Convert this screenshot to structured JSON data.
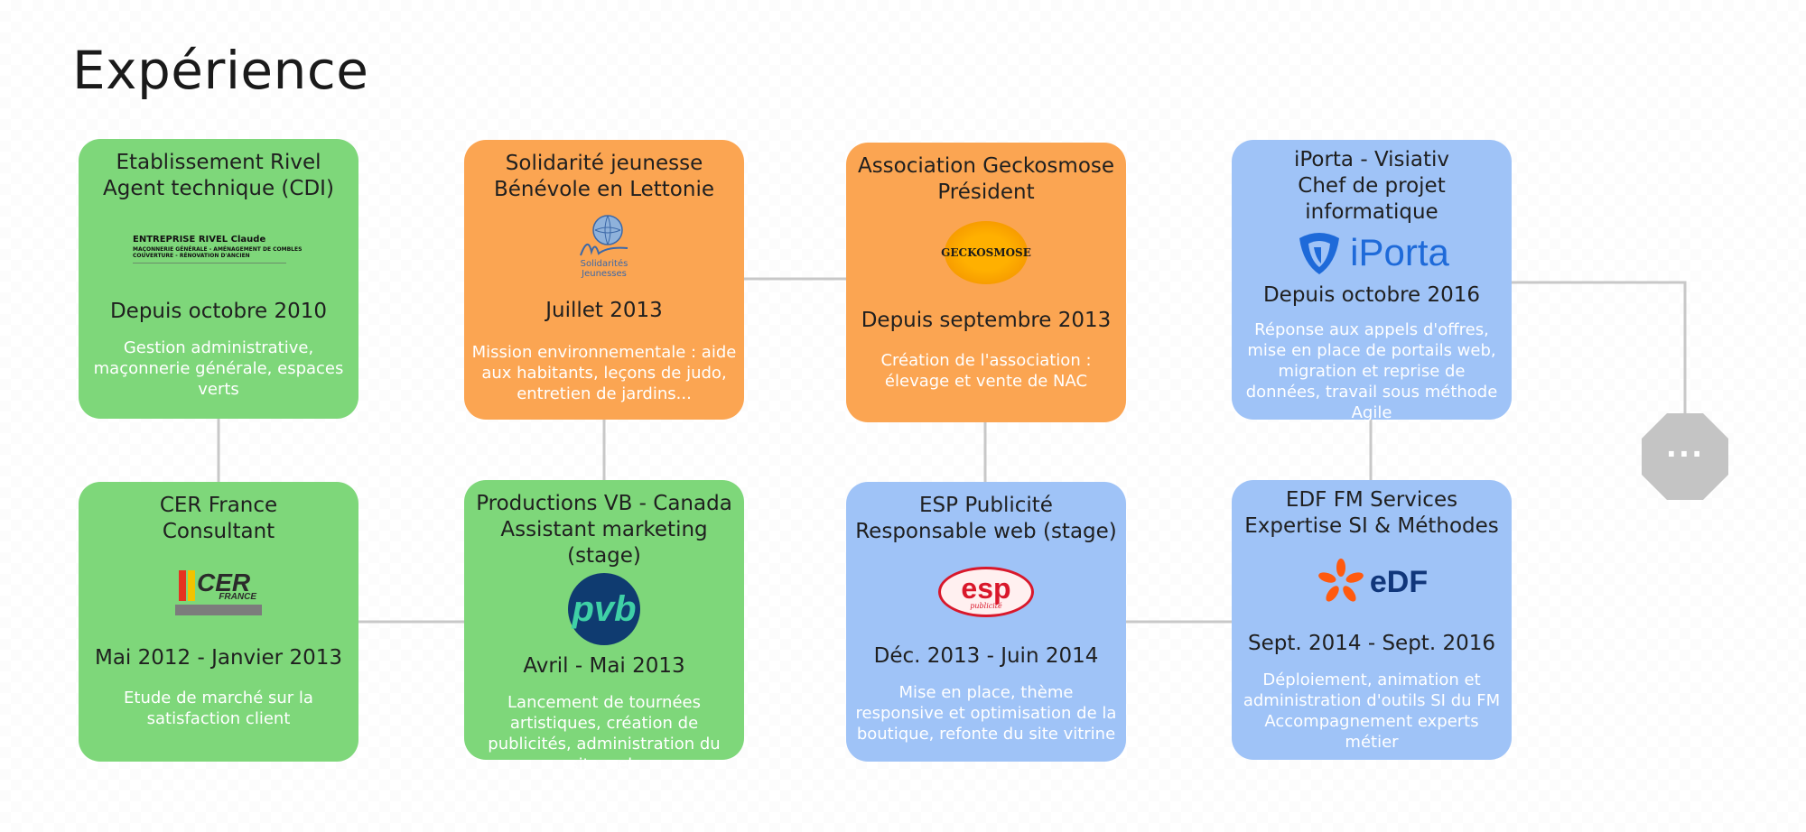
{
  "page": {
    "title": "Expérience"
  },
  "cards": [
    {
      "company": "Etablissement Rivel",
      "role": "Agent technique (CDI)",
      "date": "Depuis octobre 2010",
      "description": "Gestion administrative, maçonnerie générale, espaces verts",
      "logo": {
        "line1": "ENTREPRISE RIVEL Claude",
        "line2": "MAÇONNERIE GÉNÉRALE - AMÉNAGEMENT DE COMBLES",
        "line3": "COUVERTURE - RÉNOVATION D'ANCIEN"
      },
      "color": "#7ed77a"
    },
    {
      "company": "Solidarité jeunesse",
      "role": "Bénévole en Lettonie",
      "date": "Juillet 2013",
      "description": "Mission environnementale : aide aux habitants, leçons de judo, entretien de jardins...",
      "logo": {
        "line1": "Solidarités",
        "line2": "Jeunesses"
      },
      "color": "#fba552"
    },
    {
      "company": "Association Geckosmose",
      "role": "Président",
      "date": "Depuis septembre 2013",
      "description": "Création de l'association : élevage et vente de NAC",
      "logo": {
        "text": "GECKOSMOSE"
      },
      "color": "#fba552"
    },
    {
      "company": "iPorta - Visiativ",
      "role": "Chef de projet informatique",
      "date": "Depuis octobre 2016",
      "description": "Réponse aux appels d'offres, mise en place de portails web, migration et reprise de données, travail sous méthode Agile",
      "logo": {
        "text": "iPorta"
      },
      "color": "#9fc3f7"
    },
    {
      "company": "CER France",
      "role": "Consultant",
      "date": "Mai 2012 - Janvier 2013",
      "description": "Etude de marché sur la satisfaction client",
      "logo": {
        "line1": "CER",
        "line2": "FRANCE"
      },
      "color": "#7ed77a"
    },
    {
      "company": "Productions VB - Canada",
      "role": "Assistant marketing (stage)",
      "date": "Avril - Mai 2013",
      "description": "Lancement de tournées artistiques, création de publicités, administration du site web",
      "logo": {
        "text": "pvb"
      },
      "color": "#7ed77a"
    },
    {
      "company": "ESP Publicité",
      "role": "Responsable web (stage)",
      "date": "Déc. 2013 - Juin 2014",
      "description": "Mise en place, thème responsive et optimisation de la boutique, refonte du site vitrine",
      "logo": {
        "text": "esp",
        "sub": "publicité"
      },
      "color": "#9fc3f7"
    },
    {
      "company": "EDF FM Services",
      "role": "Expertise SI & Méthodes",
      "date": "Sept. 2014 - Sept. 2016",
      "description": "Déploiement, animation et administration d'outils SI du FM Accompagnement experts métier",
      "logo": {
        "text": "eDF"
      },
      "color": "#9fc3f7"
    }
  ],
  "more": {
    "label": "..."
  },
  "colors": {
    "green": "#7ed77a",
    "orange": "#fba552",
    "blue": "#9fc3f7",
    "connector": "#c8c8c8",
    "more": "#c4c4c4"
  }
}
